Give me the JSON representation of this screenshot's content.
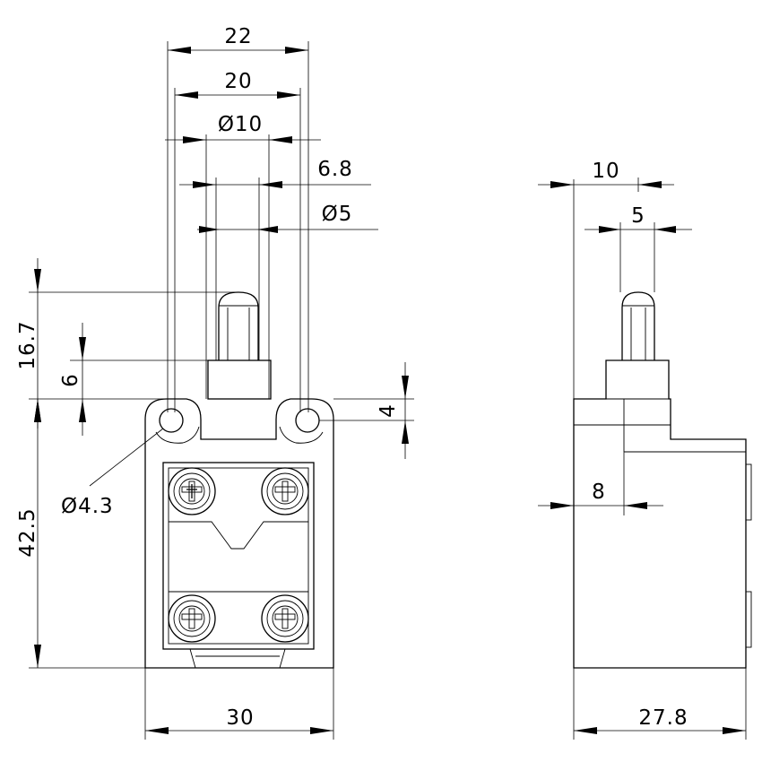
{
  "front_view": {
    "dimensions": {
      "width_22": "22",
      "width_20": "20",
      "diameter_10": "Ø10",
      "width_6_8": "6.8",
      "diameter_5": "Ø5",
      "height_16_7": "16.7",
      "height_6": "6",
      "height_4": "4",
      "hole_diameter": "Ø4.3",
      "height_42_5": "42.5",
      "width_30": "30"
    }
  },
  "side_view": {
    "dimensions": {
      "width_10": "10",
      "width_5": "5",
      "width_8": "8",
      "width_27_8": "27.8"
    }
  }
}
